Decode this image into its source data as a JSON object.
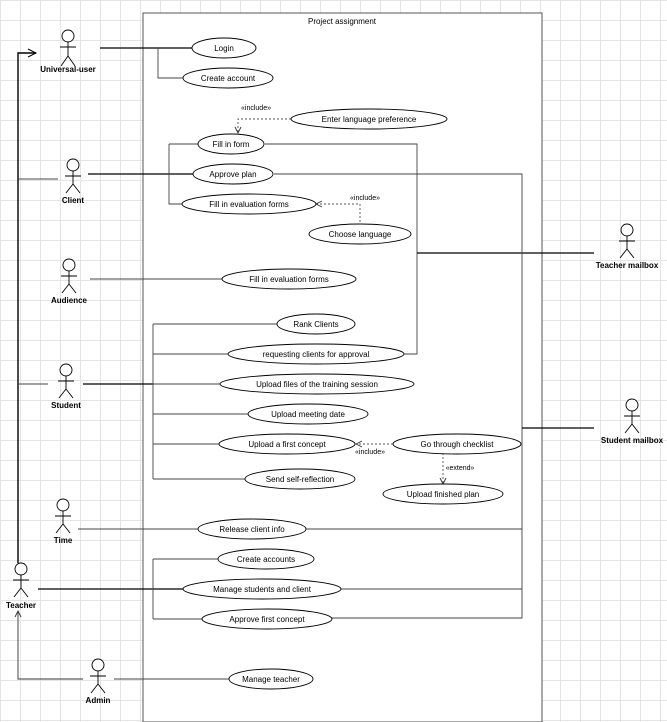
{
  "system": {
    "title": "Project assignment"
  },
  "actors": [
    {
      "id": "universal",
      "label": "Universal-user"
    },
    {
      "id": "client",
      "label": "Client"
    },
    {
      "id": "audience",
      "label": "Audience"
    },
    {
      "id": "student",
      "label": "Student"
    },
    {
      "id": "time",
      "label": "Time"
    },
    {
      "id": "teacher",
      "label": "Teacher"
    },
    {
      "id": "admin",
      "label": "Admin"
    },
    {
      "id": "teacher-mailbox",
      "label": "Teacher mailbox"
    },
    {
      "id": "student-mailbox",
      "label": "Student mailbox"
    }
  ],
  "usecases": [
    {
      "id": "login",
      "label": "Login"
    },
    {
      "id": "create-account",
      "label": "Create account"
    },
    {
      "id": "enter-language",
      "label": "Enter language preference"
    },
    {
      "id": "fill-form",
      "label": "Fill in form"
    },
    {
      "id": "approve-plan",
      "label": "Approve plan"
    },
    {
      "id": "fill-eval-client",
      "label": "Fill in evaluation forms"
    },
    {
      "id": "choose-language",
      "label": "Choose language"
    },
    {
      "id": "fill-eval-audience",
      "label": "Fill in evaluation forms"
    },
    {
      "id": "rank-clients",
      "label": "Rank Clients"
    },
    {
      "id": "requesting-clients",
      "label": "requesting clients for approval"
    },
    {
      "id": "upload-training",
      "label": "Upload files of the training session"
    },
    {
      "id": "upload-meeting",
      "label": "Upload meeting date"
    },
    {
      "id": "upload-first-concept",
      "label": "Upload a first concept"
    },
    {
      "id": "go-through-checklist",
      "label": "Go through checklist"
    },
    {
      "id": "upload-finished-plan",
      "label": "Upload finished plan"
    },
    {
      "id": "send-self-reflection",
      "label": "Send self-reflection"
    },
    {
      "id": "release-client-info",
      "label": "Release client info"
    },
    {
      "id": "create-accounts",
      "label": "Create accounts"
    },
    {
      "id": "manage-students-client",
      "label": "Manage students and client"
    },
    {
      "id": "approve-first-concept",
      "label": "Approve first concept"
    },
    {
      "id": "manage-teacher",
      "label": "Manage teacher"
    }
  ],
  "relations": [
    {
      "id": "include-language-pref",
      "label": "«include»"
    },
    {
      "id": "include-choose-language",
      "label": "«include»"
    },
    {
      "id": "include-checklist",
      "label": "«include»"
    },
    {
      "id": "extend-finished-plan",
      "label": "«extend»"
    }
  ]
}
